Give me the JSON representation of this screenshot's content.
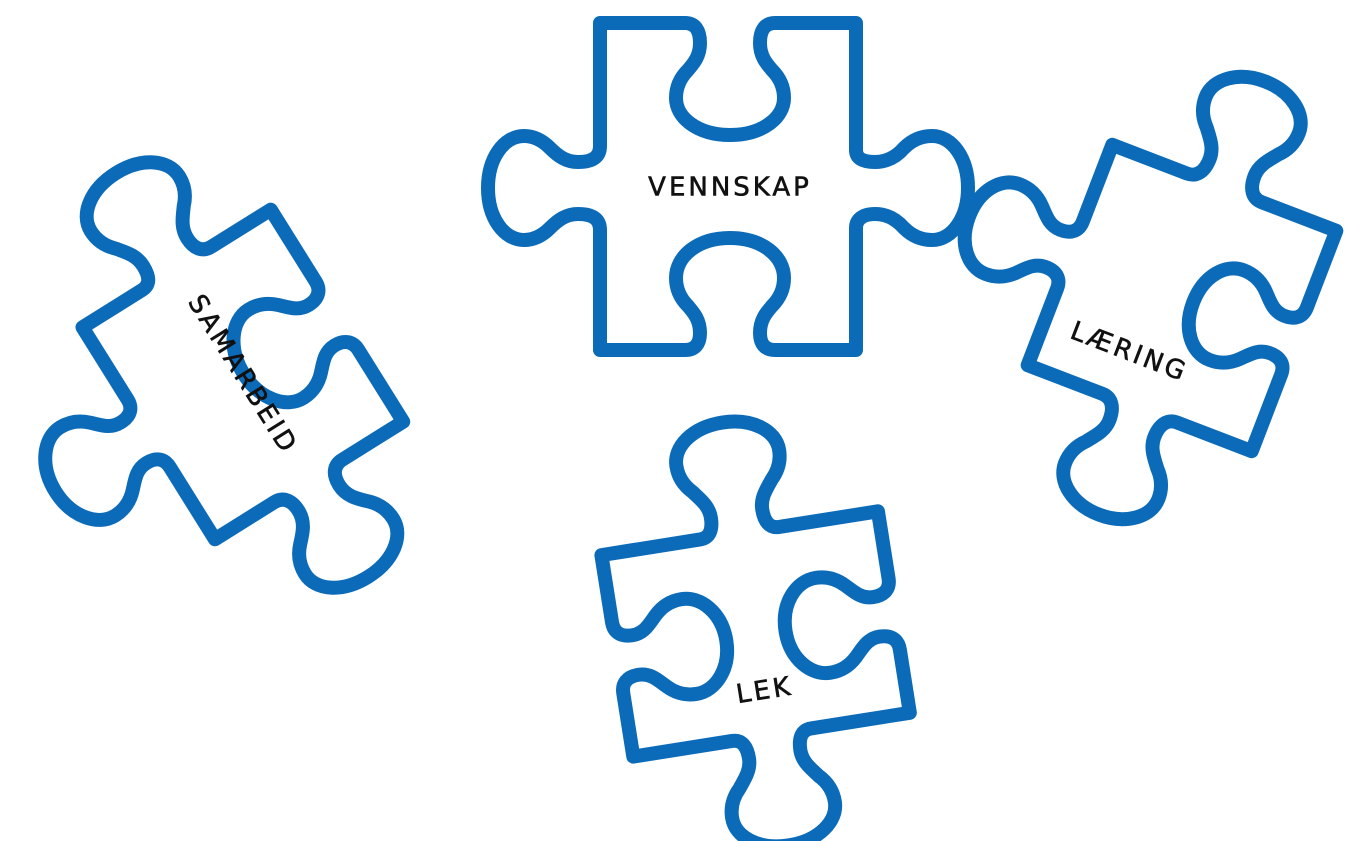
{
  "colors": {
    "outline": "#0b6bb8",
    "label": "#111111",
    "background": "#ffffff"
  },
  "pieces": [
    {
      "id": "vennskap",
      "label": "VENNSKAP"
    },
    {
      "id": "samarbeid",
      "label": "SAMARBEID"
    },
    {
      "id": "laering",
      "label": "LÆRING"
    },
    {
      "id": "lek",
      "label": "LEK"
    }
  ]
}
